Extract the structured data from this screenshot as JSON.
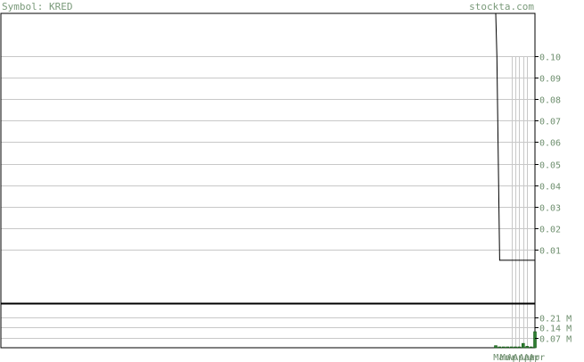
{
  "header": {
    "symbol_label": "Symbol: KRED",
    "site_label": "stockta.com"
  },
  "colors": {
    "grid": "#c8c8c8",
    "frame": "#000000",
    "price_line": "#000000",
    "volume_bar": "#2e7d32",
    "volume_bar_edge": "#004d00",
    "text": "#7a9a7a"
  },
  "chart_data": [
    {
      "type": "line",
      "title": "",
      "xlabel": "",
      "ylabel": "",
      "ylim": [
        -0.015,
        0.12
      ],
      "yticks": [
        "0.10",
        "0.09",
        "0.08",
        "0.07",
        "0.06",
        "0.05",
        "0.04",
        "0.03",
        "0.02",
        "0.01"
      ],
      "ytick_values": [
        0.1,
        0.09,
        0.08,
        0.07,
        0.06,
        0.05,
        0.04,
        0.03,
        0.02,
        0.01
      ],
      "grid": true,
      "series": [
        {
          "x": [
            0,
            0.3,
            1,
            2,
            3,
            4,
            5,
            6,
            7,
            8,
            9,
            10
          ],
          "y": [
            0.12,
            0.1,
            0.005,
            0.005,
            0.005,
            0.005,
            0.005,
            0.005,
            0.005,
            0.005,
            0.005,
            0.005
          ]
        }
      ]
    },
    {
      "type": "bar",
      "title": "",
      "xlabel": "",
      "ylabel": "",
      "ylim": [
        0,
        0.3
      ],
      "yticks": [
        "0.21 M",
        "0.14 M",
        "0.07 M"
      ],
      "ytick_values": [
        0.21,
        0.14,
        0.07
      ],
      "categories": [
        "Mar",
        "Mar",
        "Apr",
        "Apr",
        "Apr",
        "Apr",
        "Apr"
      ],
      "xtick_labels": [
        "Mar",
        "Mar",
        "Apr",
        "Apr",
        "Apr",
        "Apr",
        "Apr"
      ],
      "series": [
        {
          "x": [
            0,
            1,
            2,
            3,
            4,
            5,
            6,
            7,
            8,
            9,
            10
          ],
          "values": [
            0.015,
            0.0,
            0.0,
            0.0,
            0.0,
            0.0,
            0.0,
            0.03,
            0.01,
            0.0,
            0.11
          ]
        }
      ]
    }
  ]
}
